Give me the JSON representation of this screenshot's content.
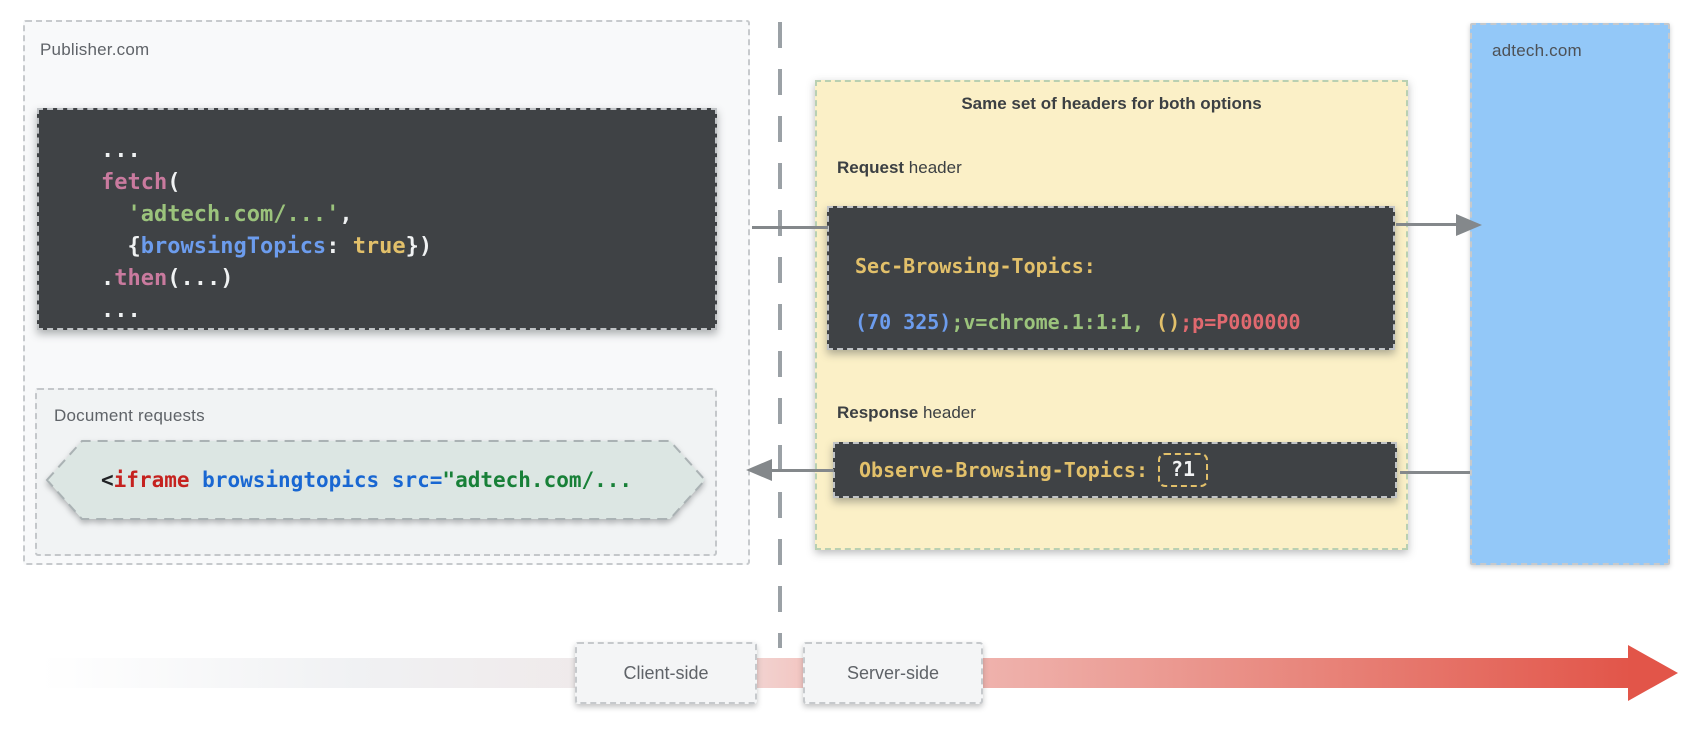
{
  "palette": {
    "plain": "#f0f2f3",
    "pink": "#c97a9e",
    "green": "#9bc37c",
    "blue": "#6c9ced",
    "yellow": "#e2c06a",
    "red": "#e0696f",
    "dark": "#202124",
    "red2": "#c5221f",
    "blue2": "#1967d2",
    "green2": "#188038"
  },
  "publisher": {
    "label": "Publisher.com",
    "fetch_code": {
      "lines": [
        [
          {
            "t": "...",
            "c": "plain"
          }
        ],
        [
          {
            "t": "fetch",
            "c": "pink"
          },
          {
            "t": "(",
            "c": "plain"
          }
        ],
        [
          {
            "t": "  ",
            "c": "plain"
          },
          {
            "t": "'adtech.com/...'",
            "c": "green"
          },
          {
            "t": ",",
            "c": "plain"
          }
        ],
        [
          {
            "t": "  {",
            "c": "plain"
          },
          {
            "t": "browsingTopics",
            "c": "blue"
          },
          {
            "t": ": ",
            "c": "plain"
          },
          {
            "t": "true",
            "c": "yellow"
          },
          {
            "t": "})",
            "c": "plain"
          }
        ],
        [
          {
            "t": ".",
            "c": "plain"
          },
          {
            "t": "then",
            "c": "pink"
          },
          {
            "t": "(...)",
            "c": "plain"
          }
        ],
        [
          {
            "t": "...",
            "c": "plain"
          }
        ]
      ]
    },
    "document_requests": {
      "label": "Document requests",
      "iframe_code": [
        {
          "t": "<",
          "c": "dark"
        },
        {
          "t": "iframe",
          "c": "red2"
        },
        {
          "t": " ",
          "c": "dark"
        },
        {
          "t": "browsingtopics",
          "c": "blue2"
        },
        {
          "t": " ",
          "c": "dark"
        },
        {
          "t": "src=",
          "c": "blue2"
        },
        {
          "t": "\"adtech.com/...",
          "c": "green2"
        }
      ]
    }
  },
  "headers_panel": {
    "title": "Same set of headers for both options",
    "request": {
      "label_bold": "Request",
      "label_rest": " header",
      "line1": [
        {
          "t": "Sec-Browsing-Topics:",
          "c": "yellow"
        }
      ],
      "line2": [
        {
          "t": "(70 325)",
          "c": "blue"
        },
        {
          "t": ";v=chrome.1:1:1,",
          "c": "green"
        },
        {
          "t": " ()",
          "c": "yellow"
        },
        {
          "t": ";p=P000000",
          "c": "red"
        }
      ]
    },
    "response": {
      "label_bold": "Response",
      "label_rest": " header",
      "code": [
        {
          "t": "Observe-Browsing-Topics:",
          "c": "yellow"
        }
      ],
      "badge": "?1"
    }
  },
  "adtech": {
    "label": "adtech.com"
  },
  "timeline": {
    "client_label": "Client-side",
    "server_label": "Server-side"
  },
  "colors": {
    "publisher_bg": "#f8f9fa",
    "doc_bg": "#f1f3f4",
    "code_bg": "#3f4245",
    "yellow_bg": "#fbf0c7",
    "adtech_bg": "#93c8f8",
    "hexagon_bg": "#dce6e3",
    "arrow_gray": "#84888b",
    "timeline_red": "#e25549"
  }
}
